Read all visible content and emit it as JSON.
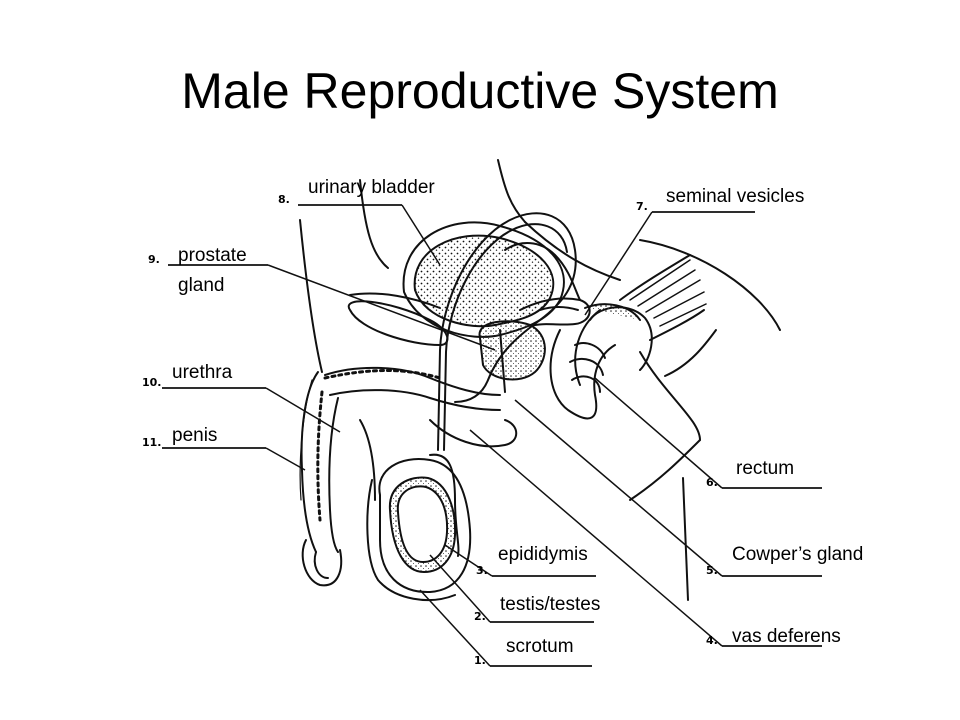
{
  "title": "Male Reproductive System",
  "labels": [
    {
      "id": "urinary-bladder",
      "text": "urinary bladder",
      "number": "8."
    },
    {
      "id": "seminal-vesicles",
      "text": "seminal vesicles",
      "number": "7."
    },
    {
      "id": "prostate-gland",
      "text": "prostate\ngland",
      "number": "9."
    },
    {
      "id": "urethra",
      "text": "urethra",
      "number": "10."
    },
    {
      "id": "penis",
      "text": "penis",
      "number": "11."
    },
    {
      "id": "rectum",
      "text": "rectum",
      "number": "6."
    },
    {
      "id": "epididymis",
      "text": "epididymis",
      "number": "3."
    },
    {
      "id": "cowpers-gland",
      "text": "Cowper’s gland",
      "number": "5."
    },
    {
      "id": "testis",
      "text": "testis/testes",
      "number": "2."
    },
    {
      "id": "vas-deferens",
      "text": "vas deferens",
      "number": "4."
    },
    {
      "id": "scrotum",
      "text": "scrotum",
      "number": "1."
    }
  ]
}
